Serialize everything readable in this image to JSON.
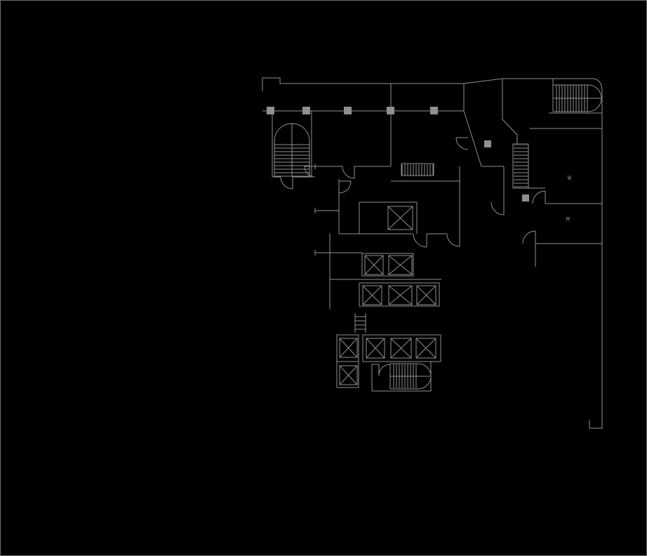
{
  "drawing": {
    "type": "architectural-floor-plan",
    "background": "#000000",
    "line_color": "#8f8f8f",
    "border_color": "#6e6e6e",
    "labels": {
      "womens_room": "W",
      "mens_room": "M"
    }
  }
}
